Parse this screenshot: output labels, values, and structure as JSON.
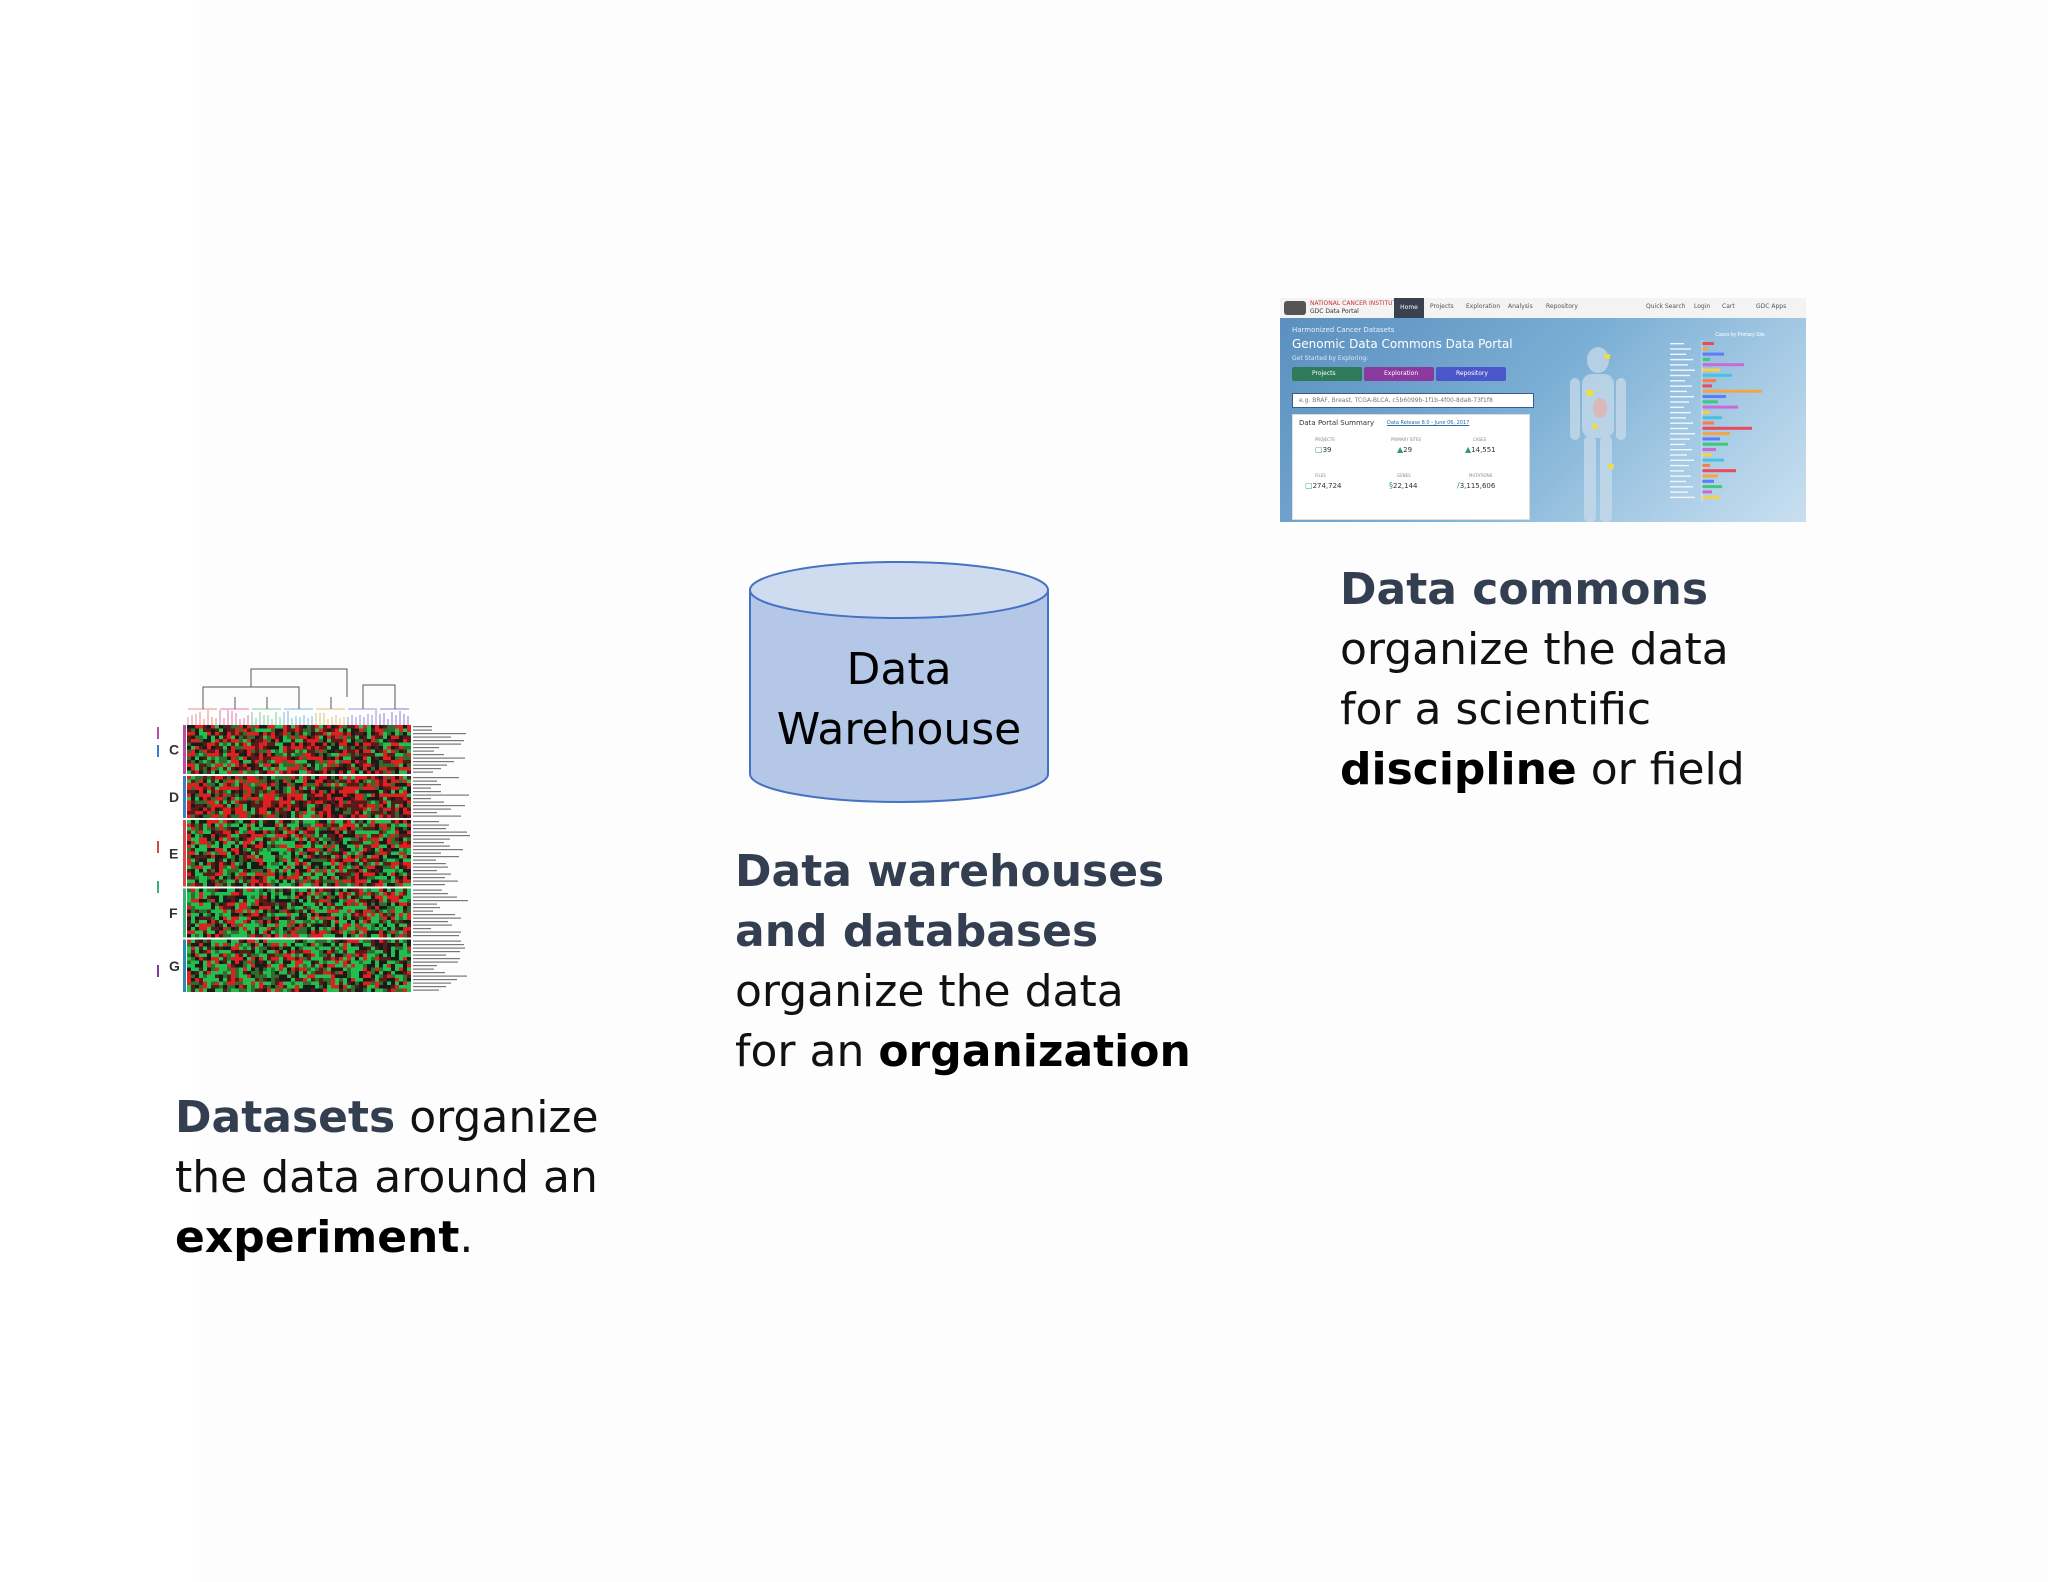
{
  "captions": {
    "datasets": {
      "part1": "Datasets",
      "part2": " organize the data around an ",
      "part3": "experiment",
      "part4": "."
    },
    "warehouse": {
      "part1": "Data warehouses and databases",
      "part2": " organize the data for an ",
      "part3": "organization"
    },
    "commons": {
      "part1": "Data commons",
      "part2": " organize the data for a scientific ",
      "part3": "discipline",
      "part4": " or field"
    }
  },
  "cylinder": {
    "label_line1": "Data",
    "label_line2": "Warehouse",
    "fill_color": "#b4c7e7",
    "top_color": "#cfdbef",
    "stroke_color": "#4472c4"
  },
  "heatmap": {
    "cluster_labels": [
      "C",
      "D",
      "E",
      "F",
      "G"
    ]
  },
  "gdc": {
    "brand_line1": "NATIONAL CANCER INSTITUTE",
    "brand_line2": "GDC Data Portal",
    "nav_home": "Home",
    "nav_items": [
      "Projects",
      "Exploration",
      "Analysis",
      "Repository"
    ],
    "nav_right": [
      "Quick Search",
      "Login",
      "Cart",
      "GDC Apps"
    ],
    "subtitle_small": "Harmonized Cancer Datasets",
    "title": "Genomic Data Commons Data Portal",
    "start_text": "Get Started by Exploring:",
    "buttons": [
      "Projects",
      "Exploration",
      "Repository"
    ],
    "search_placeholder": "e.g. BRAF, Breast, TCGA-BLCA, c5b6099b-1f1b-4f00-8da8-73f1f8",
    "summary_title": "Data Portal Summary",
    "summary_link": "Data Release 8.0 - June 06, 2017",
    "stats": [
      {
        "label": "PROJECTS",
        "value": "39"
      },
      {
        "label": "PRIMARY SITES",
        "value": "29"
      },
      {
        "label": "CASES",
        "value": "14,551"
      },
      {
        "label": "FILES",
        "value": "274,724"
      },
      {
        "label": "GENES",
        "value": "22,144"
      },
      {
        "label": "MUTATIONS",
        "value": "3,115,606"
      }
    ],
    "chart_title": "Cases by Primary Site"
  }
}
